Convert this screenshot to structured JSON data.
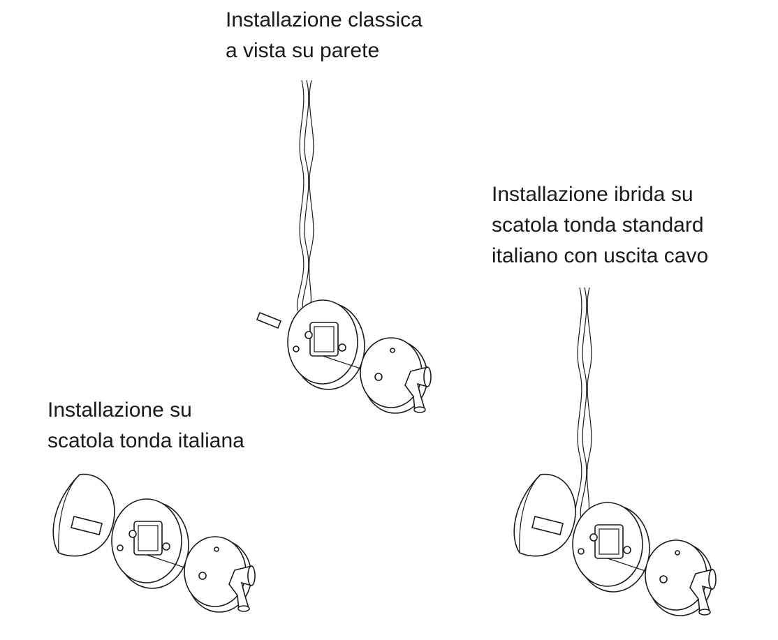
{
  "labels": {
    "classic": {
      "lines": [
        "Installazione classica",
        "a vista su parete"
      ]
    },
    "hybrid": {
      "lines": [
        "Installazione ibrida su",
        "scatola tonda standard",
        "italiano con uscita cavo"
      ]
    },
    "round_box": {
      "lines": [
        "Installazione su",
        "scatola tonda italiana"
      ]
    }
  }
}
